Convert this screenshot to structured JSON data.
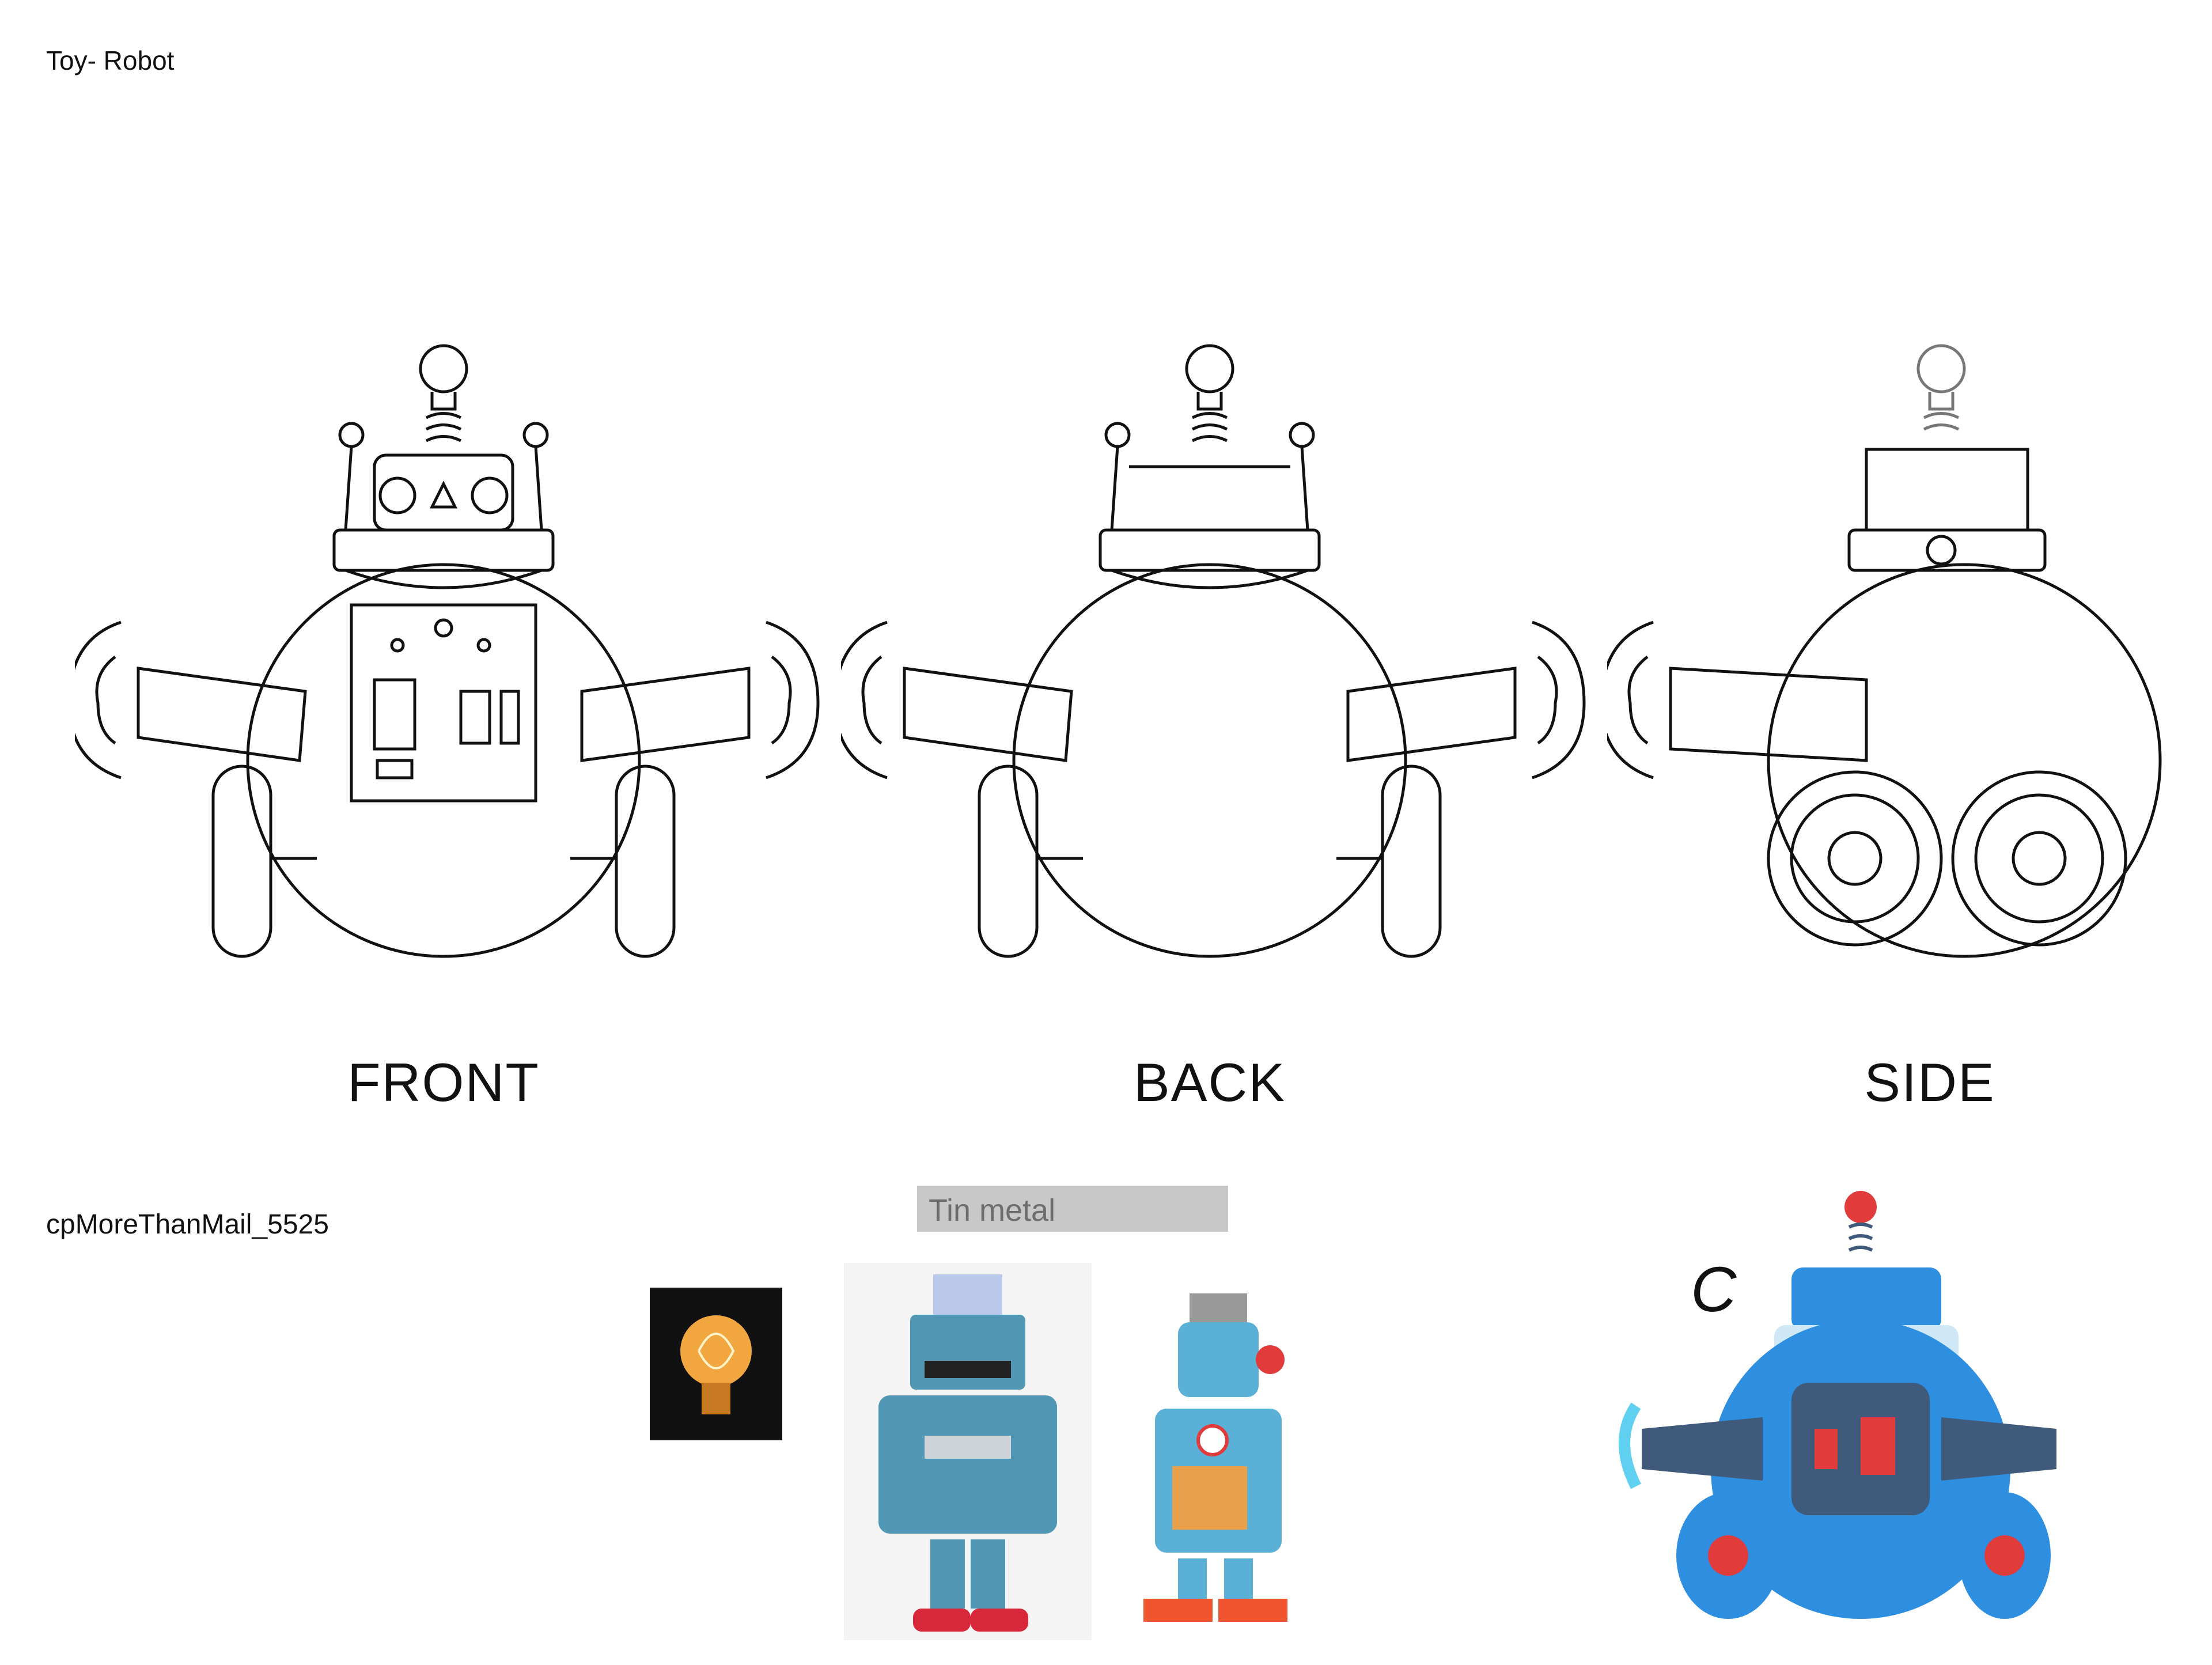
{
  "header": {
    "title": "Toy- Robot"
  },
  "views": {
    "front": "FRONT",
    "back": "BACK",
    "side": "SIDE"
  },
  "author": "cpMoreThanMail_5525",
  "references": {
    "material_tag": "Tin metal"
  },
  "concept": {
    "variant_letter": "C"
  },
  "colors": {
    "robot_blue": "#2e8fe0",
    "robot_dark": "#3f5a7a",
    "accent_red": "#e23b3b",
    "bulb_orange": "#f2a640",
    "tin_teal": "#4f97b4"
  }
}
